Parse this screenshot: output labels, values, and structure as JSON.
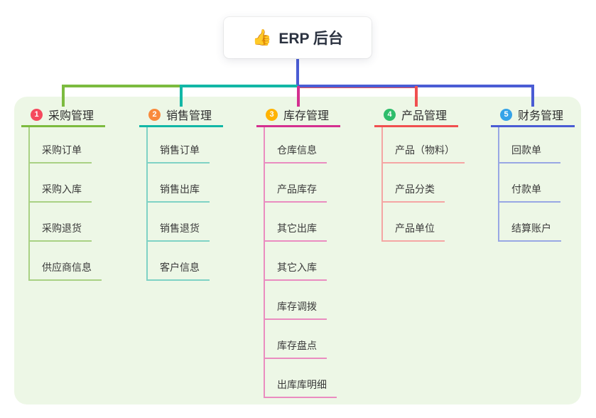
{
  "root": {
    "icon": "👍",
    "label": "ERP 后台"
  },
  "colors": {
    "panel_background": "#edf7e6",
    "root_line": "#4a5cd4",
    "text_dark": "#2b3240"
  },
  "branches": [
    {
      "num": "1",
      "label": "采购管理",
      "badge_color": "#f5495e",
      "line_color": "#7cbb3f",
      "light_color": "#a9d184",
      "children": [
        "采购订单",
        "采购入库",
        "采购退货",
        "供应商信息"
      ]
    },
    {
      "num": "2",
      "label": "销售管理",
      "badge_color": "#f98a3c",
      "line_color": "#12b7a6",
      "light_color": "#7fd2c5",
      "children": [
        "销售订单",
        "销售出库",
        "销售退货",
        "客户信息"
      ]
    },
    {
      "num": "3",
      "label": "库存管理",
      "badge_color": "#ffb302",
      "line_color": "#d43090",
      "light_color": "#ea8cc0",
      "children": [
        "仓库信息",
        "产品库存",
        "其它出库",
        "其它入库",
        "库存调拨",
        "库存盘点",
        "出库库明细"
      ]
    },
    {
      "num": "4",
      "label": "产品管理",
      "badge_color": "#2ebd6b",
      "line_color": "#f05050",
      "light_color": "#f5a6a4",
      "children": [
        "产品（物料）",
        "产品分类",
        "产品单位"
      ]
    },
    {
      "num": "5",
      "label": "财务管理",
      "badge_color": "#35a3e8",
      "line_color": "#4a5cd4",
      "light_color": "#98a7e4",
      "children": [
        "回款单",
        "付款单",
        "结算账户"
      ]
    }
  ]
}
